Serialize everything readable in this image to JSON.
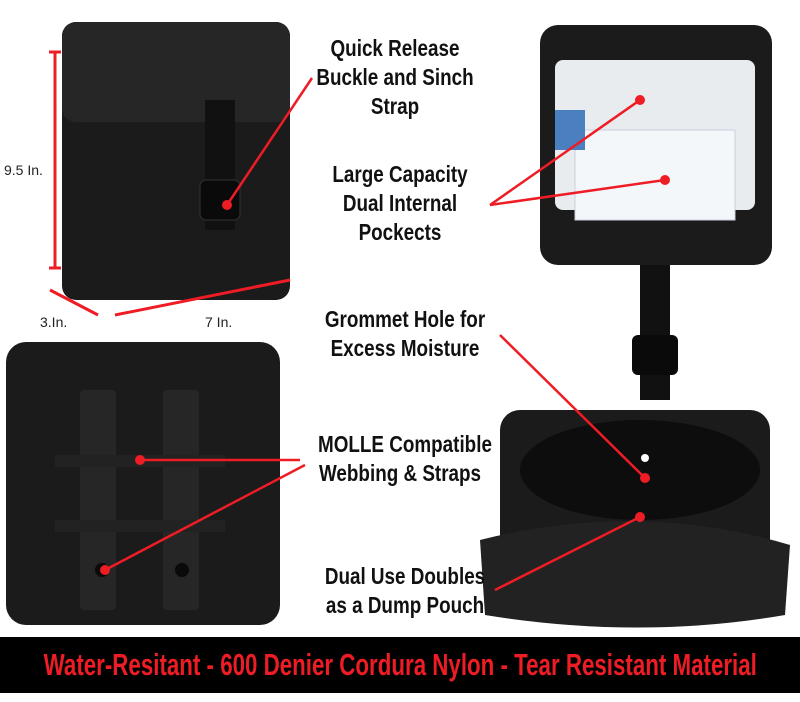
{
  "colors": {
    "accent": "#ee1c25",
    "bag": "#1a1a1a",
    "banner_bg": "#000000"
  },
  "dimensions": {
    "height": "9.5 In.",
    "depth": "3.In.",
    "width": "7 In."
  },
  "callouts": {
    "buckle": [
      "Quick Release",
      "Buckle and Sinch",
      "Strap"
    ],
    "capacity": [
      "Large Capacity",
      "Dual Internal",
      "Pockects"
    ],
    "grommet": [
      "Grommet Hole for",
      "Excess Moisture"
    ],
    "molle": [
      "MOLLE Compatible",
      "Webbing & Straps"
    ],
    "dump": [
      "Dual Use Doubles",
      "as a Dump Pouch"
    ]
  },
  "banner": "Water-Resitant - 600 Denier Cordura Nylon - Tear Resistant Material"
}
